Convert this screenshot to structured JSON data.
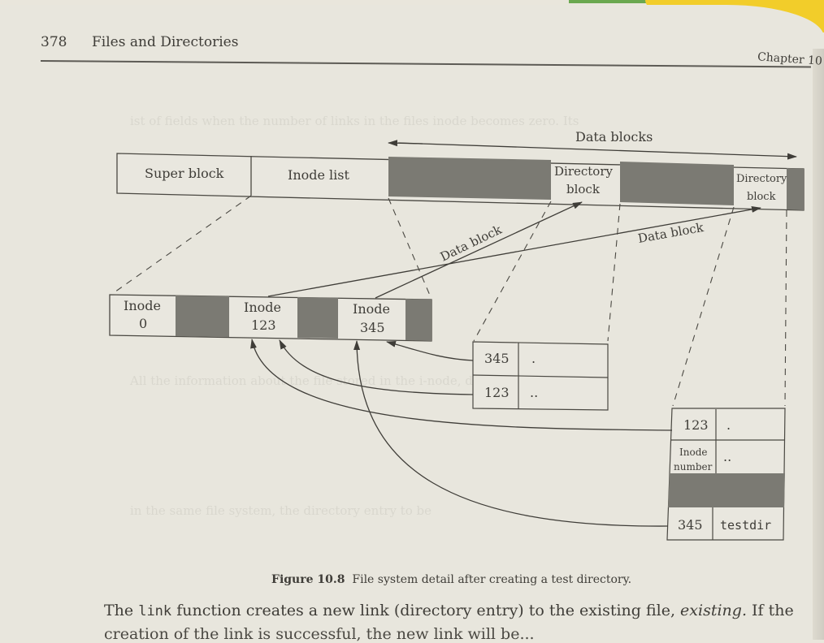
{
  "header": {
    "page_number": "378",
    "running_title": "Files and Directories",
    "chapter_label": "Chapter 10"
  },
  "diagram": {
    "top_bar": {
      "super_block": "Super block",
      "inode_list": "Inode list",
      "data_blocks_label": "Data blocks",
      "directory_block_1_line1": "Directory",
      "directory_block_1_line2": "block",
      "directory_block_2_line1": "Directory",
      "directory_block_2_line2": "block"
    },
    "inodes": [
      {
        "label": "Inode",
        "number": "0"
      },
      {
        "label": "Inode",
        "number": "123"
      },
      {
        "label": "Inode",
        "number": "345"
      }
    ],
    "data_block_labels": [
      "Data block",
      "Data block"
    ],
    "dir_block_345": {
      "rows": [
        {
          "inode": "345",
          "name": "."
        },
        {
          "inode": "123",
          "name": ".."
        }
      ]
    },
    "dir_block_123": {
      "rows": [
        {
          "inode": "123",
          "name": "."
        },
        {
          "inode_line1": "Inode",
          "inode_line2": "number",
          "name": ".."
        },
        {
          "inode": "345",
          "name": "testdir"
        }
      ]
    }
  },
  "caption": {
    "label": "Figure 10.8",
    "text": "File system detail after creating a test directory."
  },
  "body": {
    "line1_pre": "The ",
    "line1_code": "link",
    "line1_mid": " function creates a new link (directory entry) to the existing file, ",
    "line1_italic": "existing.",
    "line1_post": " If the",
    "line2": "creation of the link is successful, the new link will be..."
  },
  "colors": {
    "paper": "#e8e6dd",
    "ink": "#3f3d38",
    "shaded_block": "#7b7a73",
    "yellow": "#f2cd2a",
    "green": "#6aa84f"
  }
}
